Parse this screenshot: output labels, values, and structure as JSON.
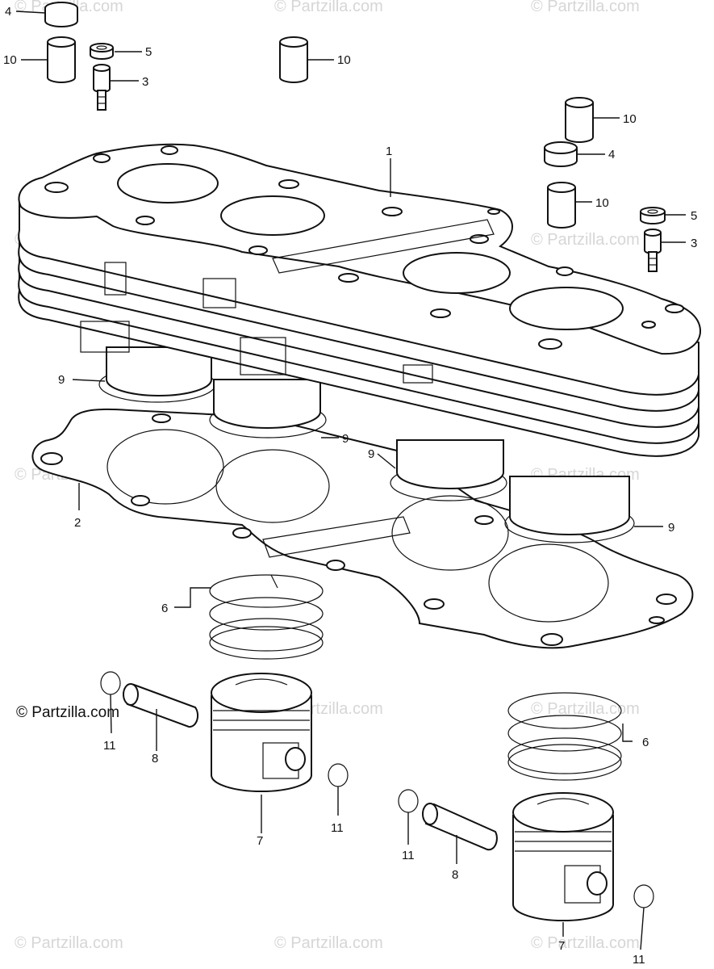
{
  "watermark": "© Partzilla.com",
  "copyright": "© Partzilla.com",
  "callouts": {
    "c1": "1",
    "c2": "2",
    "c3a": "3",
    "c3b": "3",
    "c4a": "4",
    "c4b": "4",
    "c5a": "5",
    "c5b": "5",
    "c6a": "6",
    "c6b": "6",
    "c7a": "7",
    "c7b": "7",
    "c8a": "8",
    "c8b": "8",
    "c9a": "9",
    "c9b": "9",
    "c9c": "9",
    "c9d": "9",
    "c10a": "10",
    "c10b": "10",
    "c10c": "10",
    "c10d": "10",
    "c11a": "11",
    "c11b": "11",
    "c11c": "11",
    "c11d": "11"
  }
}
